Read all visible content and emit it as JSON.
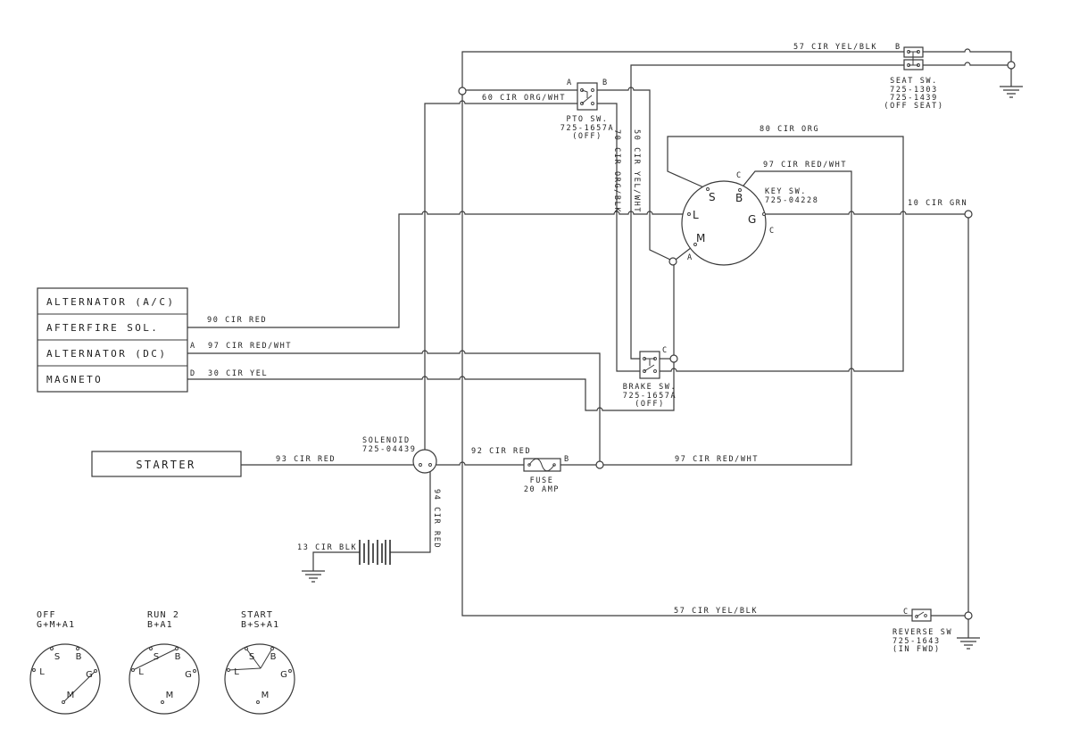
{
  "engine_block": {
    "rows": [
      "ALTERNATOR (A/C)",
      "AFTERFIRE SOL.",
      "ALTERNATOR (DC)",
      "MAGNETO"
    ],
    "alt_dc_terminal": "A",
    "magneto_terminal": "D"
  },
  "starter": {
    "label": "STARTER"
  },
  "wires": {
    "w57_top": "57 CIR YEL/BLK",
    "w60": "60 CIR ORG/WHT",
    "w70": "70 CIR ORG/BLK",
    "w50": "50 CIR YEL/WHT",
    "w80": "80 CIR ORG",
    "w97_key": "97 CIR RED/WHT",
    "w10": "10 CIR GRN",
    "w90": "90 CIR RED",
    "w97_alt": "97 CIR RED/WHT",
    "w30": "30 CIR YEL",
    "w93": "93 CIR RED",
    "w92": "92 CIR RED",
    "w97_fuse": "97 CIR RED/WHT",
    "w94": "94 CIR RED",
    "w13": "13 CIR BLK",
    "w57_bottom": "57 CIR YEL/BLK"
  },
  "pto_switch": {
    "name": "PTO SW.",
    "part": "725-1657A",
    "state": "(OFF)",
    "terminal_a": "A",
    "terminal_b": "B"
  },
  "seat_switch": {
    "name": "SEAT SW.",
    "parts": [
      "725-1303",
      "725-1439"
    ],
    "state": "(OFF SEAT)",
    "terminal": "B"
  },
  "key_switch": {
    "name": "KEY SW.",
    "part": "725-04228",
    "terminals": {
      "S": "S",
      "B": "B",
      "L": "L",
      "G": "G",
      "M": "M"
    },
    "marks": {
      "b_side": "C",
      "g_side": "C",
      "m_side": "A"
    }
  },
  "brake_switch": {
    "name": "BRAKE SW.",
    "part": "725-1657A",
    "state": "(OFF)",
    "terminal": "C"
  },
  "solenoid": {
    "name": "SOLENOID",
    "part": "725-04439"
  },
  "fuse": {
    "name": "FUSE",
    "rating": "20 AMP",
    "terminal": "B"
  },
  "reverse_switch": {
    "name": "REVERSE SW",
    "part": "725-1643",
    "state": "(IN FWD)",
    "terminal": "C"
  },
  "key_position_terminals": [
    "S",
    "B",
    "L",
    "G",
    "M"
  ],
  "key_positions": [
    {
      "title": "OFF",
      "combo": "G+M+A1",
      "connected": [
        "M",
        "G"
      ]
    },
    {
      "title": "RUN 2",
      "combo": "B+A1",
      "connected": [
        "L",
        "B"
      ]
    },
    {
      "title": "START",
      "combo": "B+S+A1",
      "connected": [
        "L",
        "S",
        "B"
      ]
    }
  ]
}
